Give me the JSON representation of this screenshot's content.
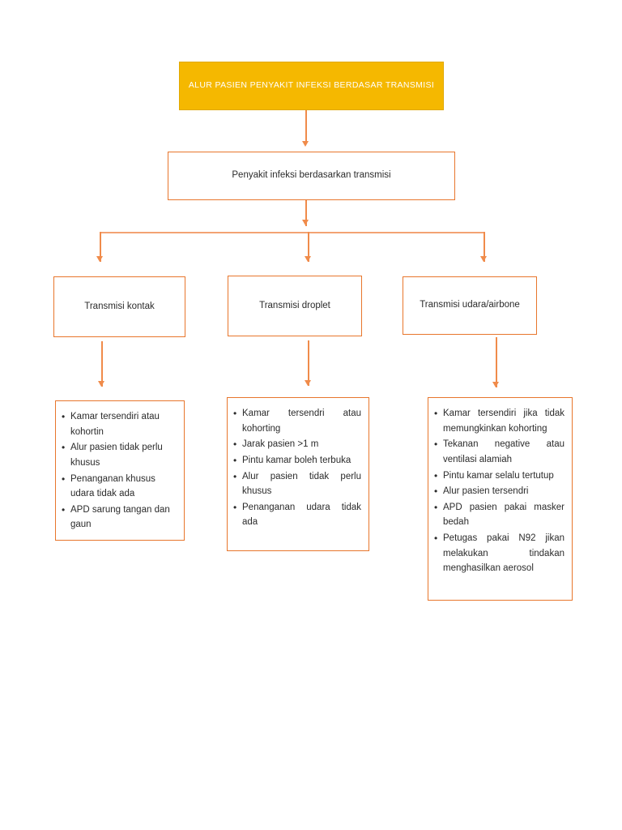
{
  "title_box": {
    "text": "ALUR PASIEN PENYAKIT INFEKSI BERDASAR TRANSMISI",
    "fill_color": "#F5B800",
    "text_color": "#FFFFFF"
  },
  "root_box": {
    "text": "Penyakit infeksi berdasarkan transmisi",
    "border_color": "#E8762C"
  },
  "branches": [
    {
      "id": "kontak",
      "header": "Transmisi kontak",
      "items": [
        "Kamar tersendiri atau kohortin",
        "Alur pasien tidak perlu khusus",
        "Penanganan khusus udara tidak ada",
        "APD sarung tangan dan gaun"
      ]
    },
    {
      "id": "droplet",
      "header": "Transmisi droplet",
      "items": [
        "Kamar tersendri atau kohorting",
        "Jarak pasien >1 m",
        "Pintu kamar boleh terbuka",
        "Alur pasien tidak perlu khusus",
        "Penanganan udara tidak ada"
      ]
    },
    {
      "id": "udara",
      "header": "Transmisi udara/airbone",
      "items": [
        "Kamar tersendiri jika tidak memungkinkan kohorting",
        "Tekanan negative atau ventilasi alamiah",
        "Pintu kamar selalu tertutup",
        "Alur pasien tersendri",
        "APD pasien pakai masker bedah",
        "Petugas pakai N92 jikan melakukan tindakan menghasilkan aerosol"
      ]
    }
  ],
  "connectors": {
    "arrow_color": "#F08B4A",
    "branch_bar_color": "#F3A373"
  }
}
